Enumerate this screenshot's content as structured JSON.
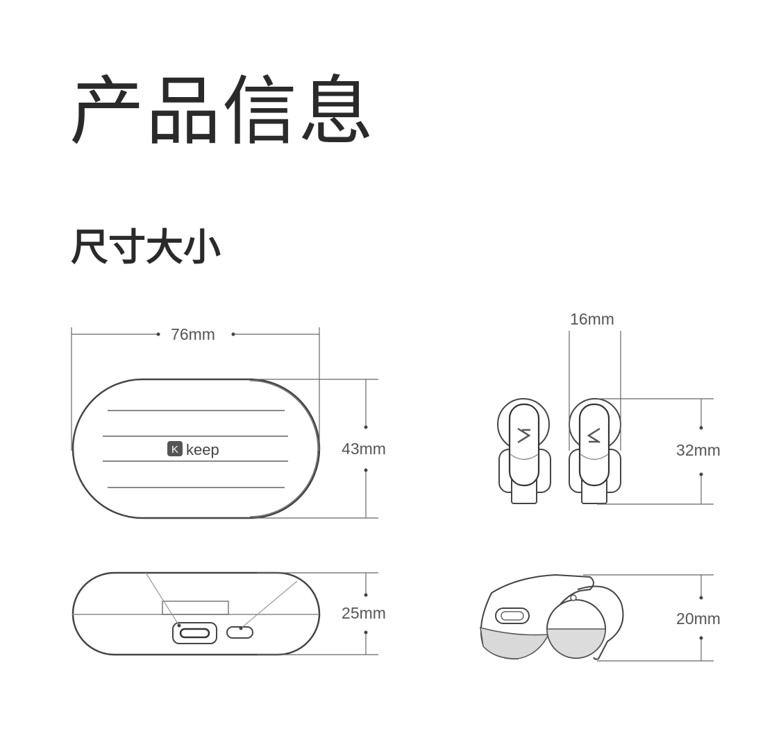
{
  "page": {
    "title": "产品信息",
    "section_title": "尺寸大小"
  },
  "case_front": {
    "width_label": "76mm",
    "height_label": "43mm",
    "brand_letter": "K",
    "brand_name": "keep"
  },
  "case_bottom": {
    "height_label": "25mm"
  },
  "earbuds_front": {
    "width_label": "16mm",
    "height_label": "32mm"
  },
  "earbud_side": {
    "height_label": "20mm"
  },
  "colors": {
    "line": "#444444",
    "dim_line": "#555555",
    "text": "#2b2b2b"
  }
}
